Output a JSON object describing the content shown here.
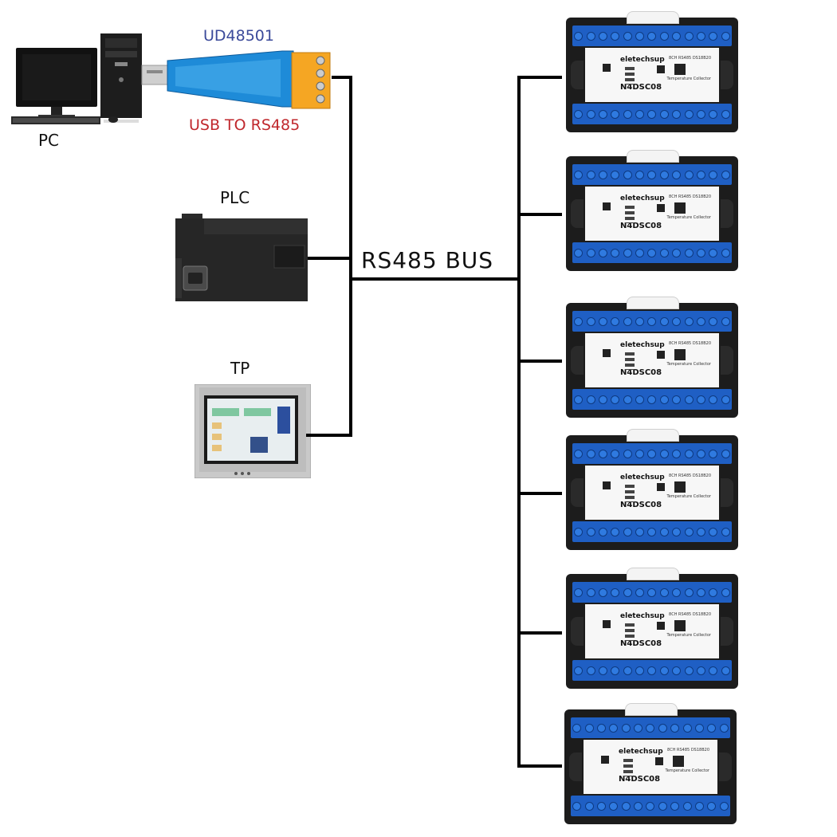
{
  "devices": {
    "pc_label": "PC",
    "usb_model": "UD48501",
    "usb_caption": "USB TO RS485",
    "plc_label": "PLC",
    "tp_label": "TP"
  },
  "bus": {
    "label": "RS485 BUS"
  },
  "modules": [
    {
      "brand": "eletechsup",
      "model": "N4DSC08",
      "desc": "8CH RS485 DS18B20",
      "desc2": "Temperature Collector"
    },
    {
      "brand": "eletechsup",
      "model": "N4DSC08",
      "desc": "8CH RS485 DS18B20",
      "desc2": "Temperature Collector"
    },
    {
      "brand": "eletechsup",
      "model": "N4DSC08",
      "desc": "8CH RS485 DS18B20",
      "desc2": "Temperature Collector"
    },
    {
      "brand": "eletechsup",
      "model": "N4DSC08",
      "desc": "8CH RS485 DS18B20",
      "desc2": "Temperature Collector"
    },
    {
      "brand": "eletechsup",
      "model": "N4DSC08",
      "desc": "8CH RS485 DS18B20",
      "desc2": "Temperature Collector"
    },
    {
      "brand": "eletechsup",
      "model": "N4DSC08",
      "desc": "8CH RS485 DS18B20",
      "desc2": "Temperature Collector"
    }
  ],
  "colors": {
    "wire": "#000000",
    "usb_model_text": "#3b4a9a",
    "usb_caption_text": "#c0282d",
    "terminal_blue": "#1f5fc4",
    "usb_body": "#1e8bd8",
    "usb_terminal": "#f5a623"
  }
}
